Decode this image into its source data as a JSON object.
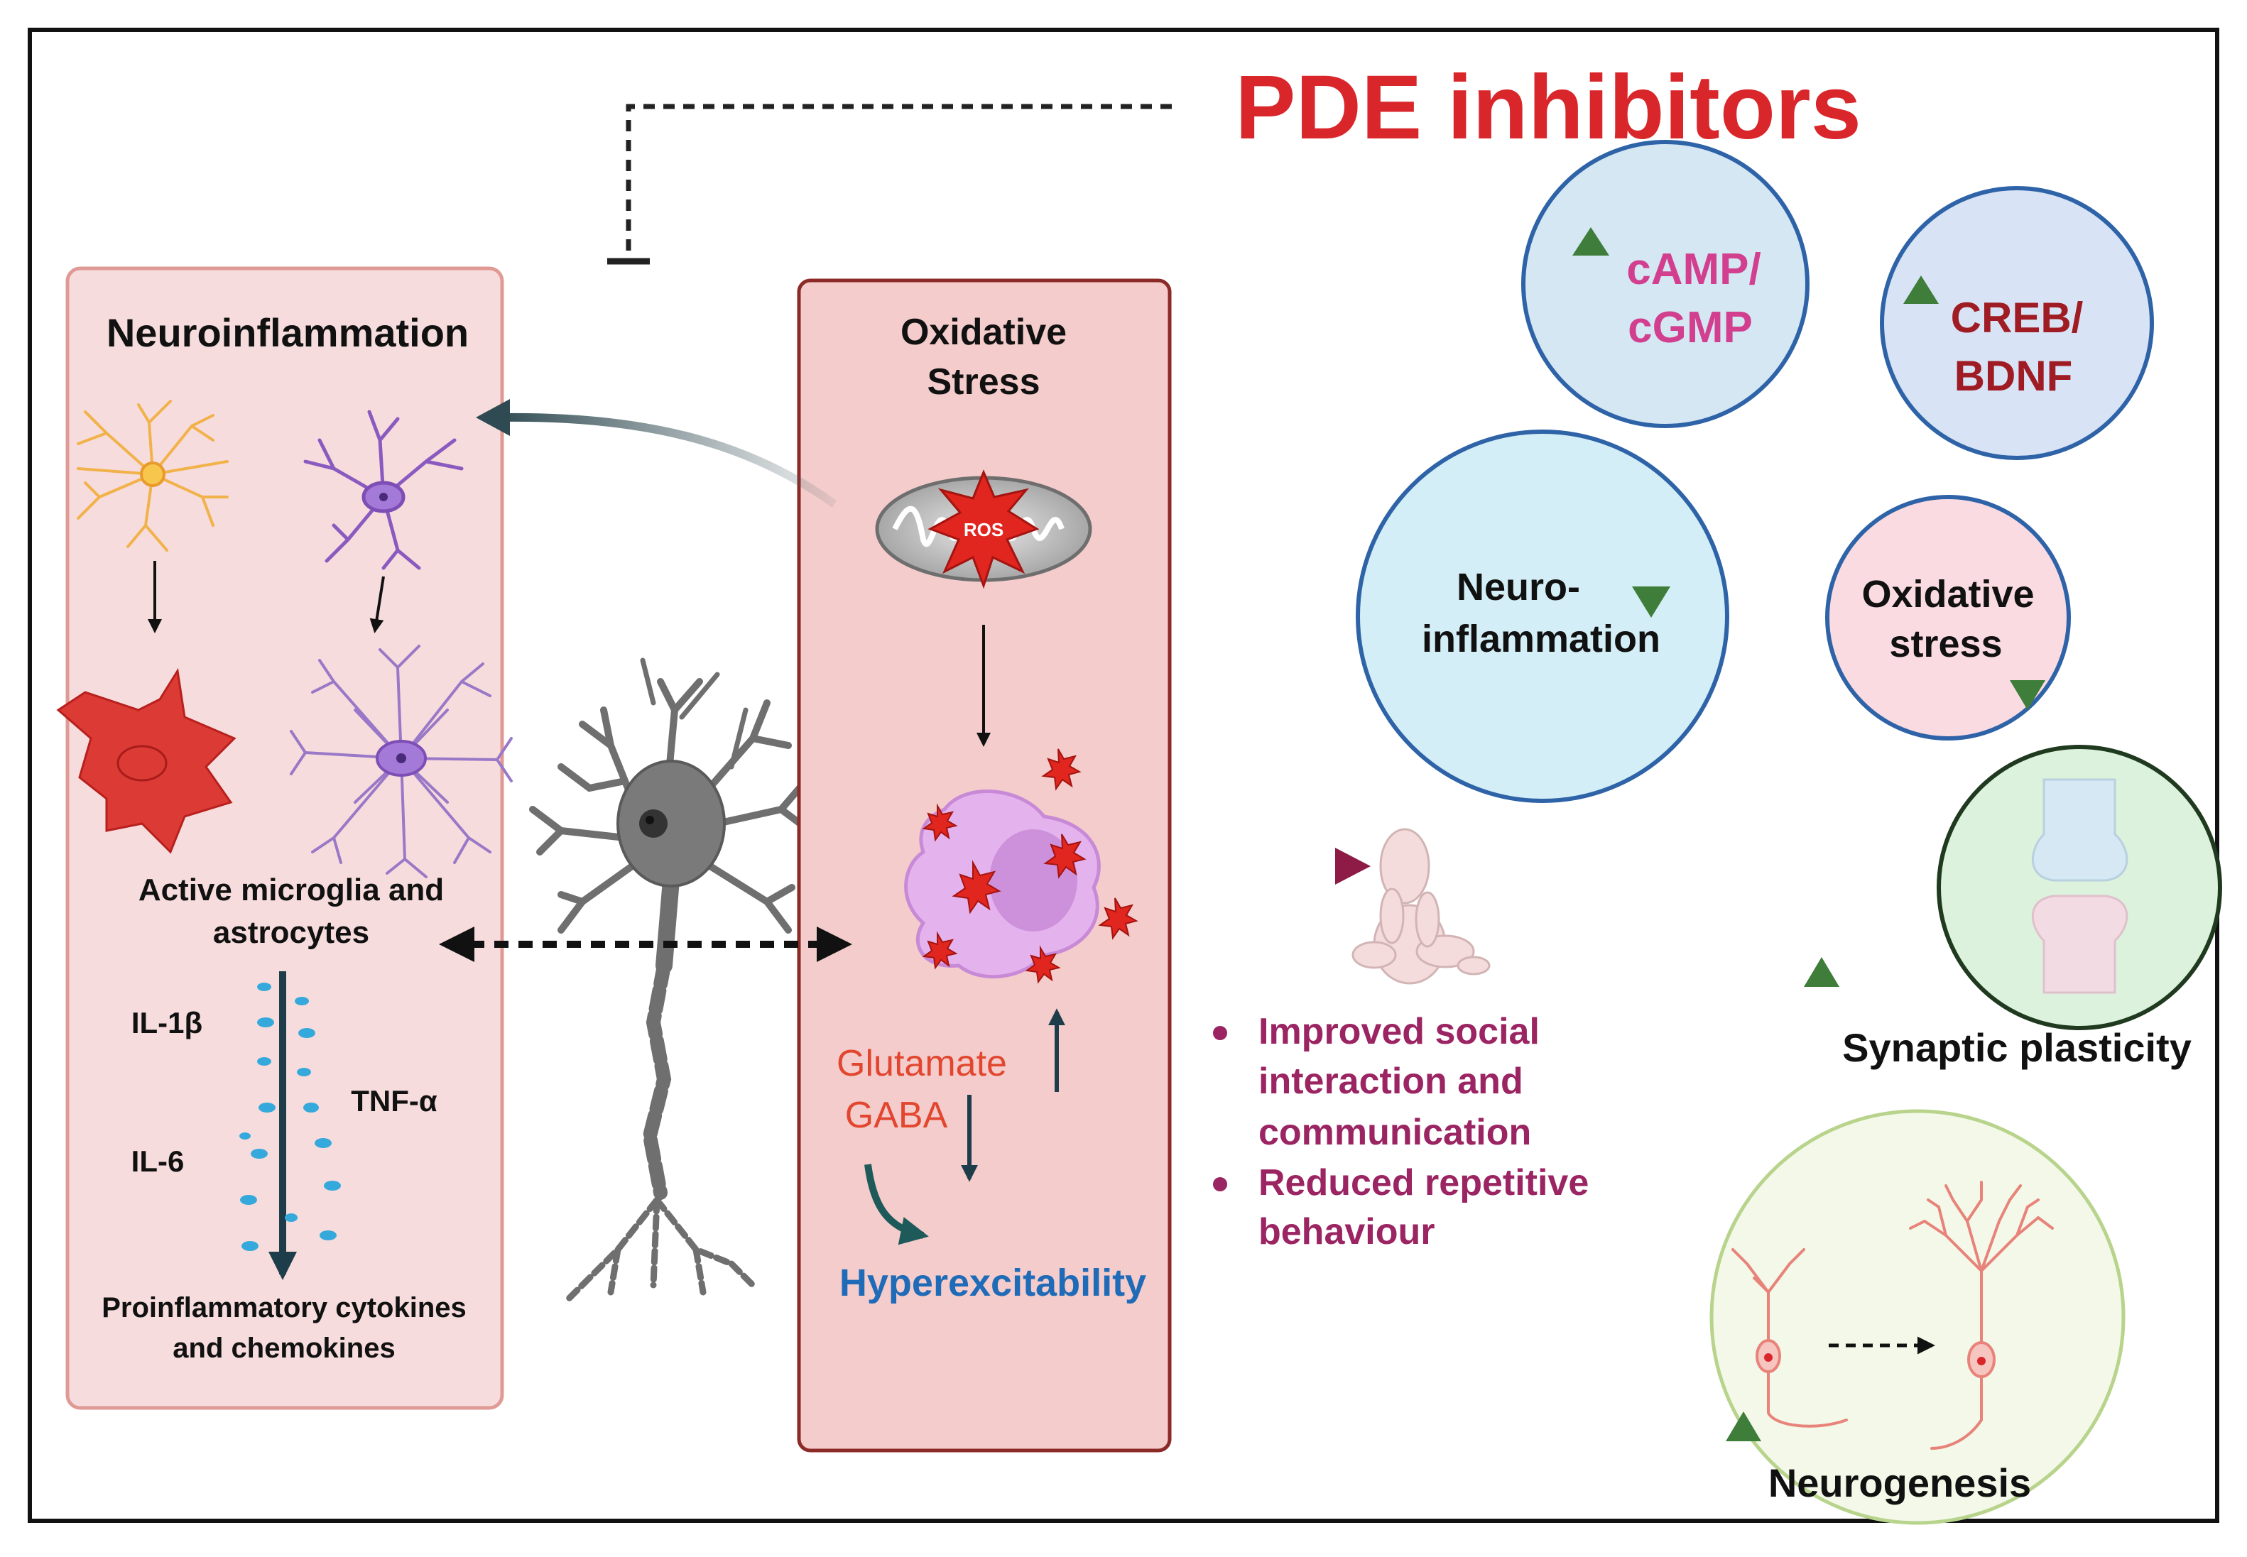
{
  "title": "PDE inhibitors",
  "colors": {
    "title_red": "#d9262b",
    "panel_fill": "#f6dcdc",
    "panel_border": "#c98a86",
    "oxidative_fill": "#f3cccb",
    "oxidative_border": "#8c2a27",
    "outcome_purple": "#9b2462",
    "hyperexcitability_blue": "#1f6bb8",
    "green_arrow": "#3e7d3a",
    "camp_pink": "#d23f8f",
    "creb_red": "#a01c24"
  },
  "neuroinflammation_panel": {
    "title": "Neuroinflammation",
    "caption": [
      "Active microglia and",
      "astrocytes"
    ],
    "cytokines": [
      "IL-1β",
      "TNF-α",
      "IL-6"
    ],
    "footer": [
      "Proinflammatory cytokines",
      "and chemokines"
    ]
  },
  "oxidative_panel": {
    "title": [
      "Oxidative",
      "Stress"
    ],
    "ros_label": "ROS",
    "glutamate": "Glutamate",
    "gaba": "GABA",
    "hyperexcitability": "Hyperexcitability"
  },
  "outcomes": [
    [
      "Improved social",
      "interaction and",
      "communication"
    ],
    [
      "Reduced repetitive",
      "behaviour"
    ]
  ],
  "effects": {
    "camp": [
      "cAMP/",
      "cGMP"
    ],
    "creb": [
      "CREB/",
      "BDNF"
    ],
    "neuroinflammation": [
      "Neuro-",
      "inflammation"
    ],
    "oxidative": [
      "Oxidative",
      "stress"
    ],
    "synaptic": "Synaptic plasticity",
    "neurogenesis": "Neurogenesis"
  }
}
